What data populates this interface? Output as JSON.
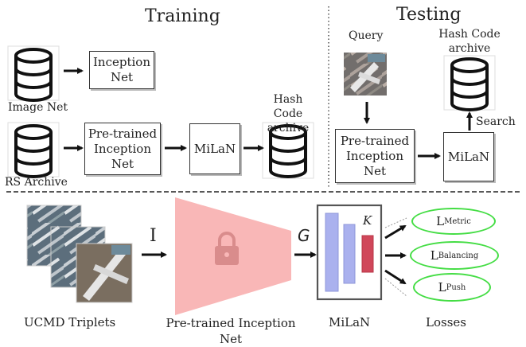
{
  "training": {
    "title": "Training",
    "imagenet_label": "Image Net",
    "inception_box": "Inception\nNet",
    "rs_archive_label": "RS Archive",
    "pretrained_box": "Pre-trained\nInception\nNet",
    "milan_box": "MiLaN",
    "hash_archive_label": "Hash Code\narchive"
  },
  "testing": {
    "title": "Testing",
    "query_label": "Query",
    "hash_archive_label": "Hash Code\narchive",
    "search_label": "Search",
    "pretrained_box": "Pre-trained\nInception\nNet",
    "milan_box": "MiLaN"
  },
  "bottom": {
    "triplets_label": "UCMD Triplets",
    "input_symbol": "I",
    "pretrained_label": "Pre-trained Inception\nNet",
    "feature_symbol": "G",
    "milan_label": "MiLaN",
    "k_symbol": "K",
    "losses_label": "Losses",
    "losses": [
      {
        "main": "L",
        "sub": "Metric"
      },
      {
        "main": "L",
        "sub": "Balancing"
      },
      {
        "main": "L",
        "sub": "Push"
      }
    ]
  },
  "colors": {
    "inception_trapezoid": "#f9b7b7",
    "lock": "#d98c8c",
    "milan_layer": "#aab1ee",
    "k_layer": "#d0475a",
    "loss_border": "#44dd44"
  },
  "icons": [
    "database-icon",
    "lock-icon",
    "arrow-icon"
  ]
}
